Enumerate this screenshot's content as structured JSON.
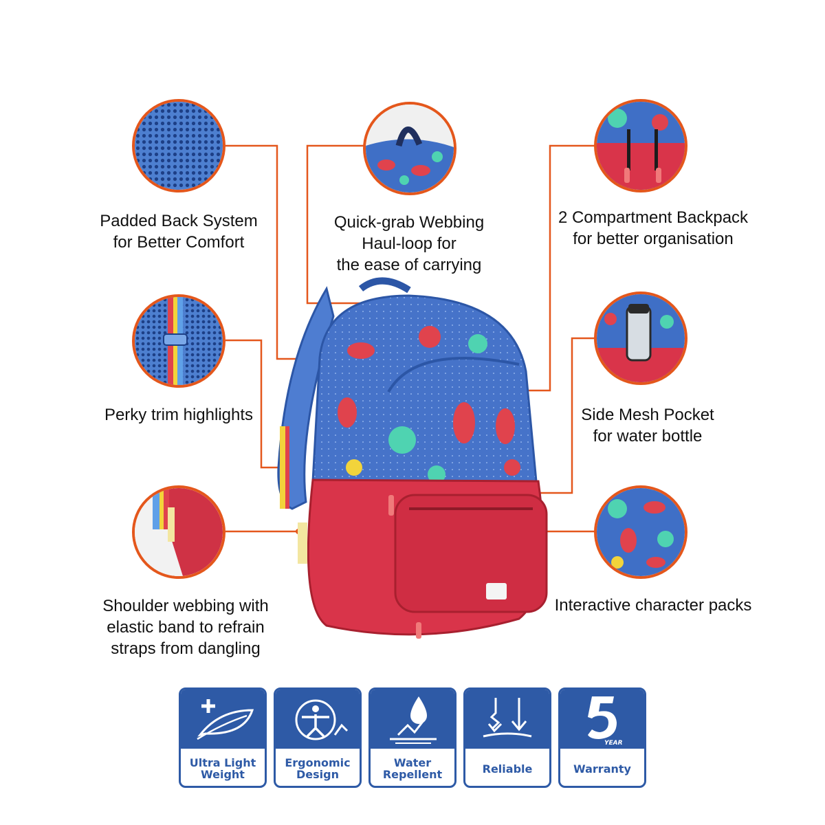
{
  "accent_color": "#e4571c",
  "badge_color": "#2e5aa6",
  "features": {
    "padded_back": {
      "lines": [
        "Padded Back System",
        "for Better Comfort"
      ],
      "image": "blue-mesh-closeup"
    },
    "haul_loop": {
      "lines": [
        "Quick-grab Webbing",
        "Haul-loop for",
        "the ease of carrying"
      ],
      "image": "haul-loop-closeup"
    },
    "compartment": {
      "lines": [
        "2 Compartment Backpack",
        "for better organisation"
      ],
      "image": "zippers-closeup"
    },
    "trim": {
      "lines": [
        "Perky trim highlights"
      ],
      "image": "strap-trim-closeup"
    },
    "side_pocket": {
      "lines": [
        "Side Mesh Pocket",
        "for water bottle"
      ],
      "image": "bottle-pocket-closeup"
    },
    "shoulder_webbing": {
      "lines": [
        "Shoulder webbing with",
        "elastic band to refrain",
        "straps from dangling"
      ],
      "image": "elastic-band-closeup"
    },
    "characters": {
      "lines": [
        "Interactive character packs"
      ],
      "image": "character-print-closeup"
    }
  },
  "badges": [
    {
      "lines": [
        "Ultra Light",
        "Weight"
      ],
      "icon": "feather-plus-icon"
    },
    {
      "lines": [
        "Ergonomic",
        "Design"
      ],
      "icon": "ergonomic-figure-icon"
    },
    {
      "lines": [
        "Water",
        "Repellent"
      ],
      "icon": "water-drop-icon"
    },
    {
      "lines": [
        "Reliable"
      ],
      "icon": "down-arrows-icon"
    },
    {
      "lines": [
        "Warranty"
      ],
      "icon": "five-year-icon"
    }
  ]
}
